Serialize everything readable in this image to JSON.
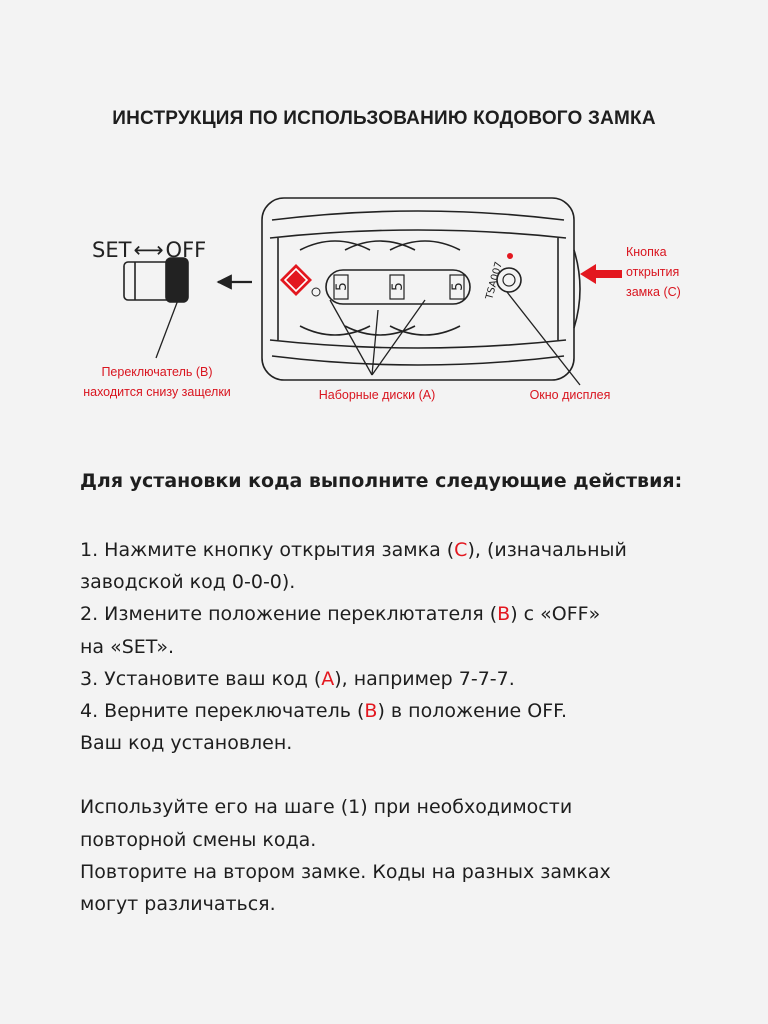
{
  "title": "ИНСТРУКЦИЯ ПО ИСПОЛЬЗОВАНИЮ КОДОВОГО ЗАМКА",
  "diagram": {
    "switch_set": "SET",
    "switch_off": "OFF",
    "label_c_line1": "Кнопка",
    "label_c_line2": "открытия",
    "label_c_line3": "замка (С)",
    "label_b_line1": "Переключатель (В)",
    "label_b_line2": "находится снизу защелки",
    "label_a": "Наборные диски (А)",
    "label_display": "Окно дисплея",
    "dial_digits": [
      "5",
      "5",
      "5"
    ],
    "tsa_text": "TSA007",
    "colors": {
      "annotation": "#d9151f",
      "logo": "#e3171f"
    }
  },
  "instructions": {
    "heading": "Для установки кода выполните следующие действия:",
    "step1_a": "1. Нажмите кнопку открытия замка (",
    "step1_key": "С",
    "step1_b": "), (изначальный",
    "step1_c": "заводской код 0-0-0).",
    "step2_a": "2. Измените положение переклютателя (",
    "step2_key": "В",
    "step2_b": ") с «OFF»",
    "step2_c": "на «SET».",
    "step3_a": "3. Установите ваш код (",
    "step3_key": "А",
    "step3_b": "), например 7-7-7.",
    "step4_a": "4. Верните переключатель (",
    "step4_key": "В",
    "step4_b": ") в положение OFF.",
    "done": "Ваш код установлен.",
    "note1": "Используйте его на шаге (1) при необходимости",
    "note2": "повторной смены кода.",
    "note3": "Повторите на втором замке. Коды на разных замках",
    "note4": "могут различаться."
  }
}
